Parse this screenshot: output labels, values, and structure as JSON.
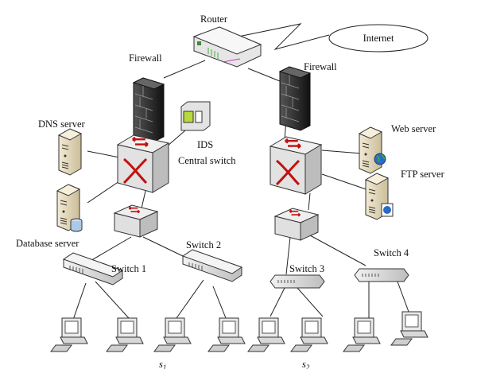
{
  "diagram": {
    "labels": {
      "router": "Router",
      "internet": "Internet",
      "firewall_left": "Firewall",
      "firewall_right": "Firewall",
      "dns_server": "DNS server",
      "ids": "IDS",
      "central_switch": "Central switch",
      "database_server": "Database server",
      "web_server": "Web server",
      "ftp_server": "FTP server",
      "switch1": "Switch 1",
      "switch2": "Switch 2",
      "switch3": "Switch 3",
      "switch4": "Switch 4",
      "segment1": "s",
      "segment1_sub": "1",
      "segment2": "s",
      "segment2_sub": "2"
    },
    "colors": {
      "arrow_red": "#c0120f",
      "server_beige": "#e8dcc0",
      "firewall_dark": "#2b2b2b",
      "switch_gray": "#d9d9d9"
    }
  }
}
